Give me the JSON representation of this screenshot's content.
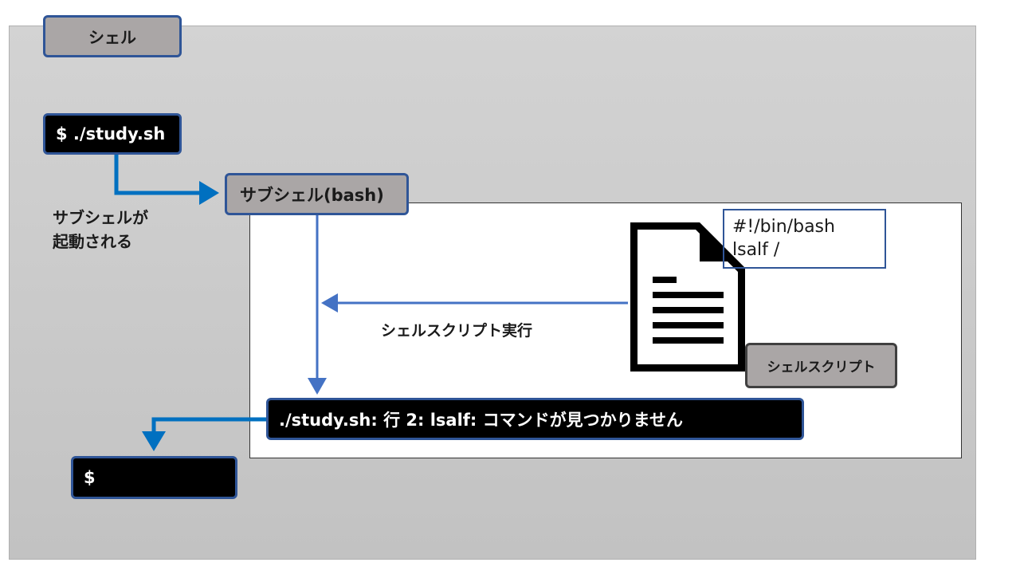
{
  "diagram": {
    "shell_label": "シェル",
    "command": "$ ./study.sh",
    "subshell_note_lines": [
      "サブシェルが",
      "起動される"
    ],
    "subshell_label": "サブシェル(bash)",
    "script_lines": [
      "#!/bin/bash",
      "lsalf /"
    ],
    "exec_label": "シェルスクリプト実行",
    "script_label": "シェルスクリプト",
    "error_message": "./study.sh: 行 2: lsalf: コマンドが見つかりません",
    "prompt": "$"
  },
  "colors": {
    "connector": "#0070c0",
    "arrow_thin": "#4472c4",
    "box_border": "#2f5597",
    "gray_box": "#aaa6a6",
    "panel": "#c8c8c8"
  },
  "icons": [
    "document-icon"
  ]
}
